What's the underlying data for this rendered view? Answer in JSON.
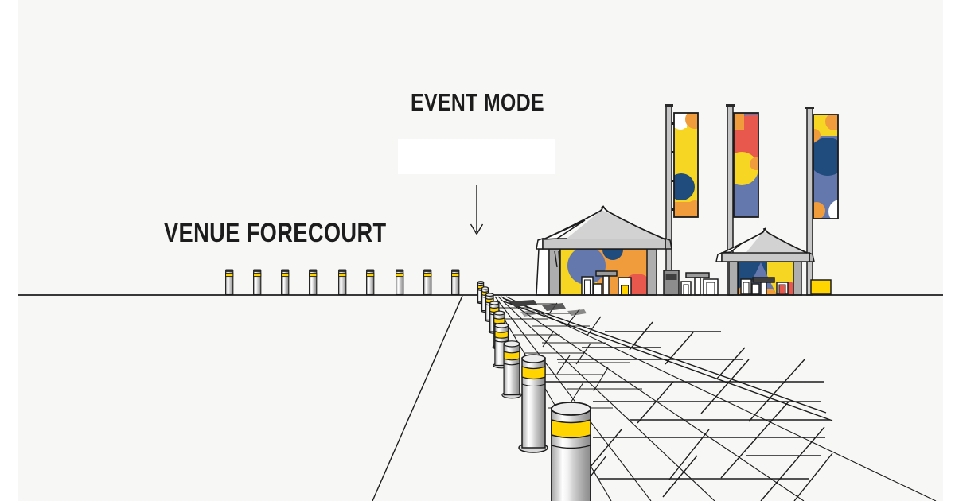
{
  "labels": {
    "event_mode": "EVENT MODE",
    "venue_forecourt": "VENUE FORECOURT"
  },
  "icons": {
    "down_arrow": "↓"
  },
  "scene": {
    "fixed_bollard_count": 9,
    "receding_bollard_count": 9,
    "flag_count": 3,
    "tent_count": 2
  },
  "palette": {
    "background": "#f7f7f6",
    "white": "#ffffff",
    "ink": "#1c1c1c",
    "bollard_yellow": "#ffd400",
    "flag_yellow": "#f6d623",
    "orange": "#f09b3c",
    "red": "#e8584c",
    "navy": "#1f4b7d",
    "periwinkle": "#6478ad",
    "canopy": "#c9c9c9",
    "canopy_shade": "#d2d2d2"
  }
}
